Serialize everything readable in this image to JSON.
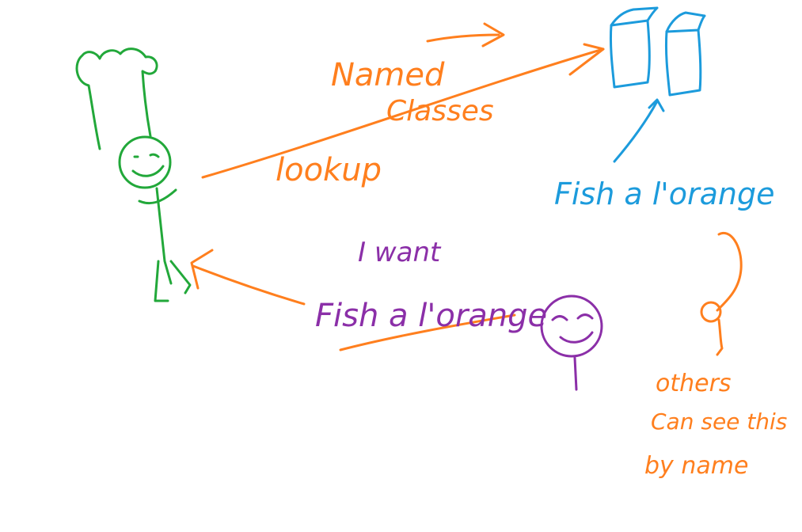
{
  "colors": {
    "chef": "#22a83a",
    "request": "#ff7f1e",
    "classes": "#1c9bdc",
    "customer": "#8b2fa8"
  },
  "labels": {
    "named": "Named",
    "classes": "Classes",
    "lookup": "lookup",
    "dish_name": "Fish a l'orange",
    "i_want": "I want",
    "order": "Fish a l'orange",
    "others_line1": "others",
    "others_line2": "Can see this",
    "others_line3": "by name"
  }
}
